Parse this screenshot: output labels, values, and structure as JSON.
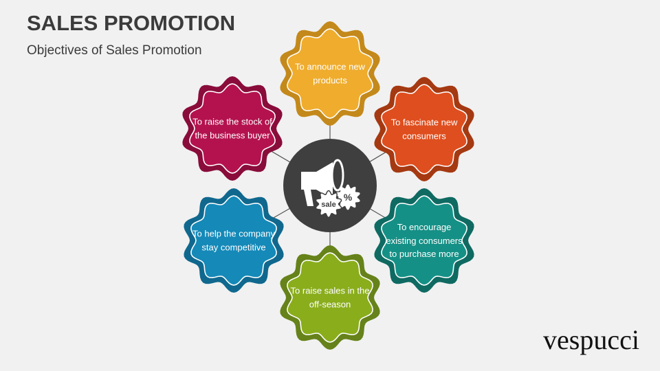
{
  "title": "SALES PROMOTION",
  "subtitle": "Objectives of Sales Promotion",
  "center": {
    "icon": "megaphone-sale-icon",
    "sale_text": "sale",
    "percent_text": "%"
  },
  "objectives": [
    {
      "text": "To announce new products",
      "color": "#efac2d",
      "dark": "#c4891b"
    },
    {
      "text": "To fascinate new consumers",
      "color": "#df4e1e",
      "dark": "#a53912"
    },
    {
      "text": "To encourage existing consumers to purchase more",
      "color": "#159086",
      "dark": "#0f6a62"
    },
    {
      "text": "To raise sales in the off-season",
      "color": "#8aad1c",
      "dark": "#66821a"
    },
    {
      "text": "To help the company stay competitive",
      "color": "#1589b8",
      "dark": "#10688e"
    },
    {
      "text": "To raise the stock of the business buyer",
      "color": "#b4124e",
      "dark": "#890c3a"
    }
  ],
  "logo": "vespucci"
}
